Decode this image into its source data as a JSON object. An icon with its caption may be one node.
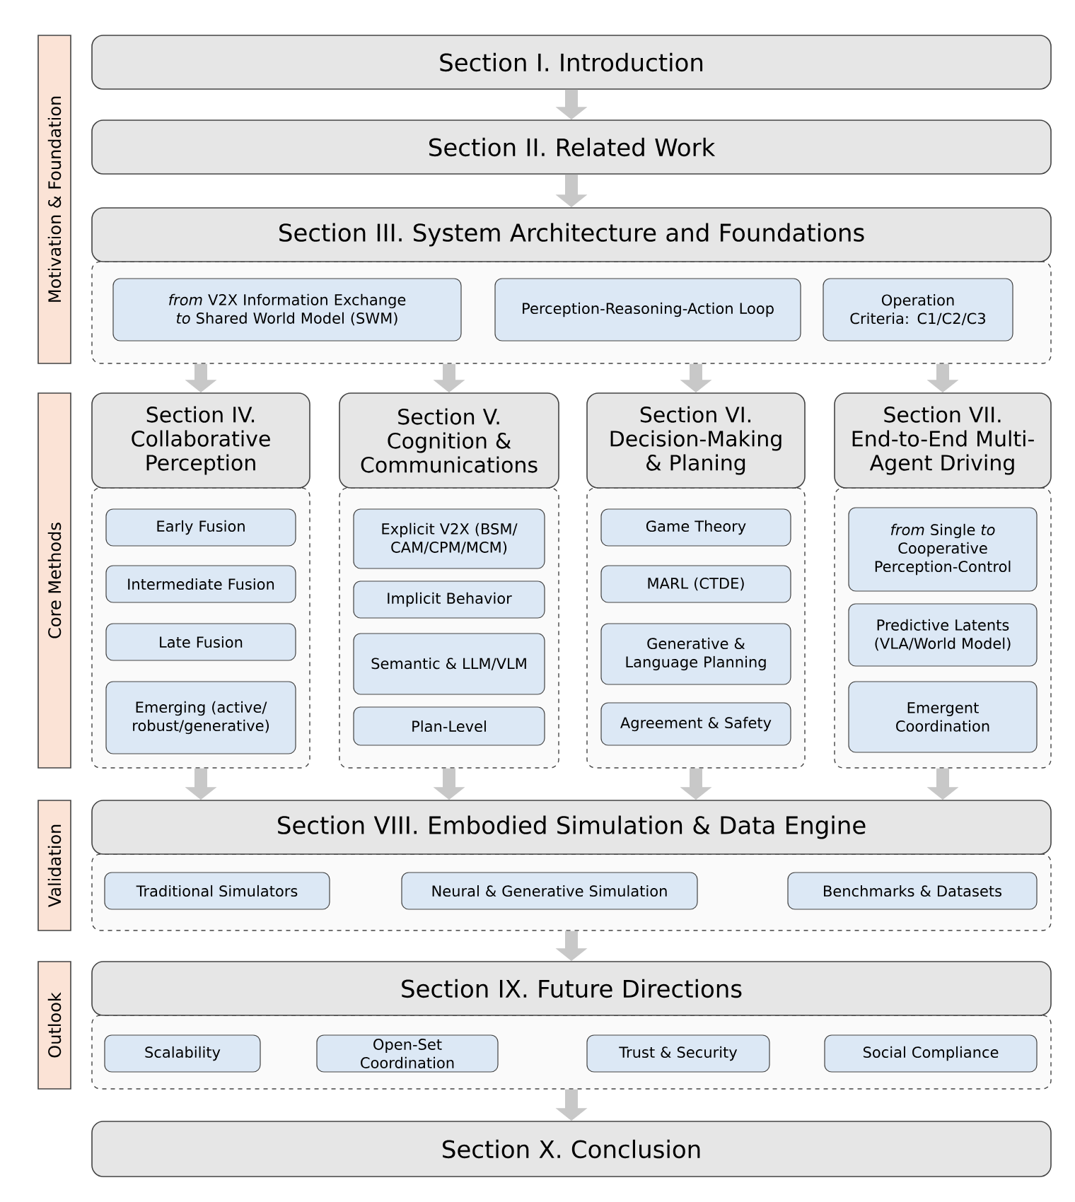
{
  "diagram": {
    "nodes": [
      {
        "text": [
          "Motivation & Foundation"
        ]
      },
      {
        "text": [
          "Core Methods"
        ]
      },
      {
        "text": [
          "Validation"
        ]
      },
      {
        "text": [
          "Outlook"
        ]
      },
      {
        "text": [
          "Section I. Introduction"
        ]
      },
      {
        "text": [
          "Section II. Related Work"
        ]
      },
      {
        "text": [
          "Section III. System Architecture and Foundations"
        ]
      },
      {
        "text": [],
        "shape": "box"
      },
      {
        "text": [
          "*from* V2X Information Exchange *to* Shared World Model (SWM)"
        ],
        "in": 7
      },
      {
        "text": [
          "Perception-Reasoning-Action Loop"
        ],
        "in": 7
      },
      {
        "text": [
          "Operation Criteria: C1/C2/C3"
        ],
        "in": 7
      },
      {
        "text": [
          "Section IV. Collaborative Perception"
        ]
      },
      {
        "text": [],
        "shape": "box"
      },
      {
        "text": [
          "Early Fusion"
        ],
        "in": 12
      },
      {
        "text": [
          "Intermediate Fusion"
        ],
        "in": 12
      },
      {
        "text": [
          "Late Fusion"
        ],
        "in": 12
      },
      {
        "text": [
          "Emerging (active/robust/generative)"
        ],
        "in": 12
      },
      {
        "text": [
          "Section V. Cognition & Communications"
        ]
      },
      {
        "text": [],
        "shape": "box"
      },
      {
        "text": [
          "Explicit V2X (BSM/CAM/CPM/MCM)"
        ],
        "in": 18
      },
      {
        "text": [
          "Implicit Behavior"
        ],
        "in": 18
      },
      {
        "text": [
          "Semantic & LLM/VLM"
        ],
        "in": 18
      },
      {
        "text": [
          "Plan-Level"
        ],
        "in": 18
      },
      {
        "text": [
          "Section VI. Decision-Making & Planing"
        ]
      },
      {
        "text": [],
        "shape": "box"
      },
      {
        "text": [
          "Game Theory"
        ],
        "in": 24
      },
      {
        "text": [
          "MARL (CTDE)"
        ],
        "in": 24
      },
      {
        "text": [
          "Generative & Language Planning"
        ],
        "in": 24
      },
      {
        "text": [
          "Agreement & Safety"
        ],
        "in": 24
      },
      {
        "text": [
          "Section VII. End-to-End Multi-Agent Driving"
        ]
      },
      {
        "text": [],
        "shape": "box"
      },
      {
        "text": [
          "*from* Single *to* Cooperative Perception-Control"
        ],
        "in": 30
      },
      {
        "text": [
          "Predictive Latents (VLA/World Model)"
        ],
        "in": 30
      },
      {
        "text": [
          "Emergent Coordination"
        ],
        "in": 30
      },
      {
        "text": [
          "Section VIII. Embodied Simulation & Data Engine"
        ]
      },
      {
        "text": [],
        "shape": "box"
      },
      {
        "text": [
          "Traditional Simulators"
        ],
        "in": 35
      },
      {
        "text": [
          "Neural & Generative Simulation"
        ],
        "in": 35
      },
      {
        "text": [
          "Benchmarks & Datasets"
        ],
        "in": 35
      },
      {
        "text": [
          "Section IX. Future Directions"
        ]
      },
      {
        "text": [],
        "shape": "box"
      },
      {
        "text": [
          "Scalability"
        ],
        "in": 40
      },
      {
        "text": [
          "Open-Set Coordination"
        ],
        "in": 40
      },
      {
        "text": [
          "Trust & Security"
        ],
        "in": 40
      },
      {
        "text": [
          "Social Compliance"
        ],
        "in": 40
      },
      {
        "text": [
          "Section X. Conclusion"
        ]
      }
    ],
    "edges": [
      {
        "from": 4,
        "to": 5,
        "arrow": "to"
      },
      {
        "from": 5,
        "to": 6,
        "arrow": "to"
      },
      {
        "from": 7,
        "to": 11,
        "arrow": "to"
      },
      {
        "from": 7,
        "to": 17,
        "arrow": "to"
      },
      {
        "from": 7,
        "to": 23,
        "arrow": "to"
      },
      {
        "from": 7,
        "to": 29,
        "arrow": "to"
      },
      {
        "from": 12,
        "to": 34,
        "arrow": "to"
      },
      {
        "from": 18,
        "to": 34,
        "arrow": "to"
      },
      {
        "from": 24,
        "to": 34,
        "arrow": "to"
      },
      {
        "from": 30,
        "to": 34,
        "arrow": "to"
      },
      {
        "from": 35,
        "to": 39,
        "arrow": "to"
      },
      {
        "from": 40,
        "to": 45,
        "arrow": "to"
      }
    ]
  }
}
